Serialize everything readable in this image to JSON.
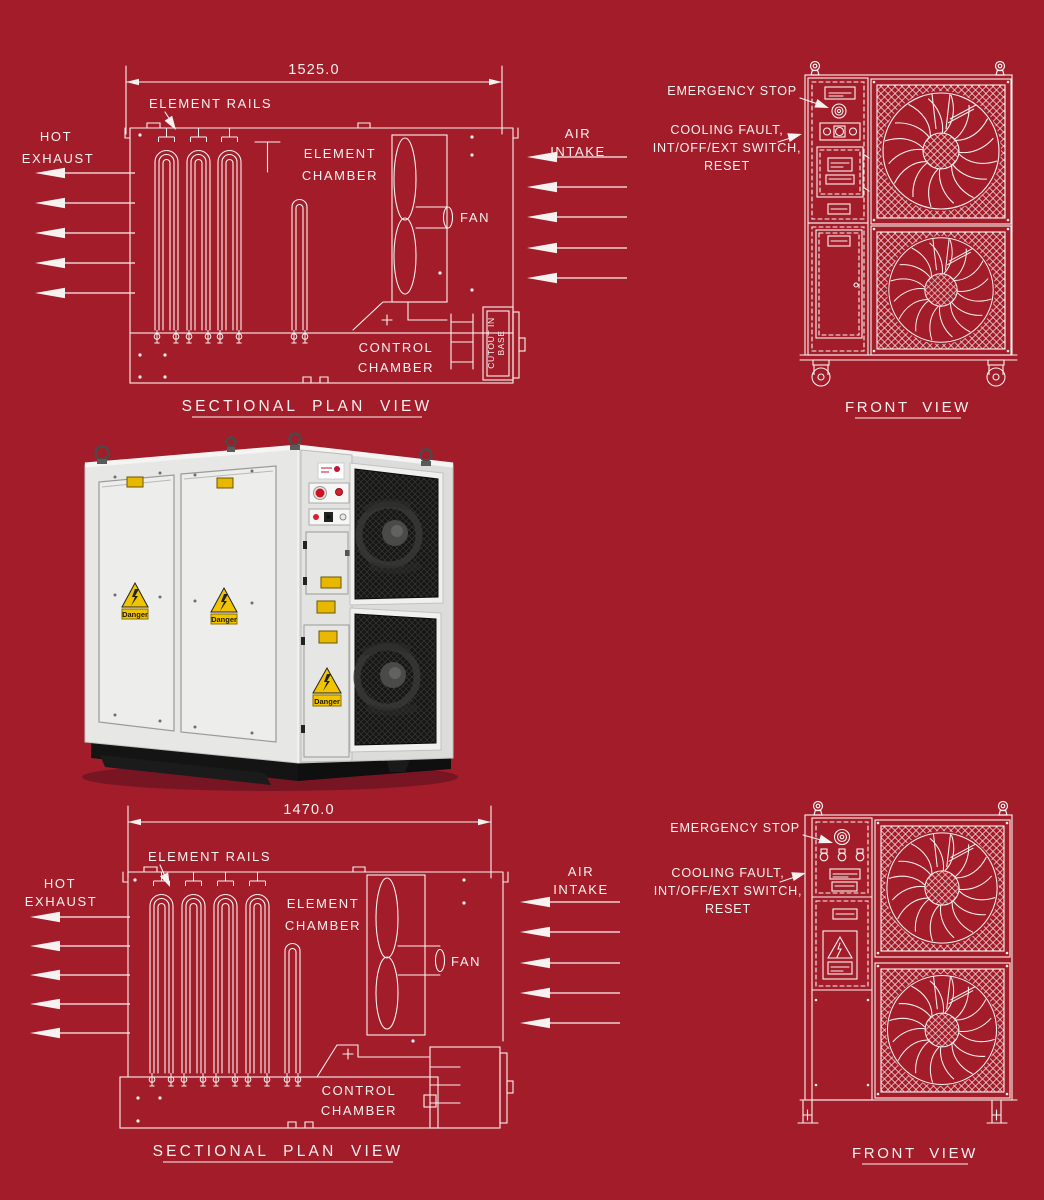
{
  "palette": {
    "background": "#a31c2a",
    "line_work": "#f7f2f0",
    "photo_cabinet_white": "#e7e7e5",
    "photo_mesh_black": "#161614",
    "warning_yellow": "#e8b800",
    "stop_red": "#cf1126"
  },
  "top": {
    "plan": {
      "dimension": "1525.0",
      "element_rails": "ELEMENT RAILS",
      "hot": "HOT",
      "exhaust": "EXHAUST",
      "element": "ELEMENT",
      "chamber": "CHAMBER",
      "fan": "FAN",
      "air": "AIR",
      "intake": "INTAKE",
      "control": "CONTROL",
      "control_chamber": "CHAMBER",
      "cutout_line1": "CUTOUT IN",
      "cutout_line2": "BASE",
      "title": "SECTIONAL PLAN VIEW"
    },
    "front": {
      "emergency_stop": "EMERGENCY STOP",
      "cooling_fault": "COOLING FAULT,",
      "switch_line": "INT/OFF/EXT SWITCH,",
      "reset": "RESET",
      "title": "FRONT VIEW"
    }
  },
  "photo": {
    "danger": "Danger"
  },
  "bottom": {
    "plan": {
      "dimension": "1470.0",
      "element_rails": "ELEMENT RAILS",
      "hot": "HOT",
      "exhaust": "EXHAUST",
      "element": "ELEMENT",
      "chamber": "CHAMBER",
      "fan": "FAN",
      "air": "AIR",
      "intake": "INTAKE",
      "control": "CONTROL",
      "control_chamber": "CHAMBER",
      "title": "SECTIONAL PLAN VIEW"
    },
    "front": {
      "emergency_stop": "EMERGENCY STOP",
      "cooling_fault": "COOLING FAULT,",
      "switch_line": "INT/OFF/EXT SWITCH,",
      "reset": "RESET",
      "title": "FRONT VIEW"
    }
  }
}
